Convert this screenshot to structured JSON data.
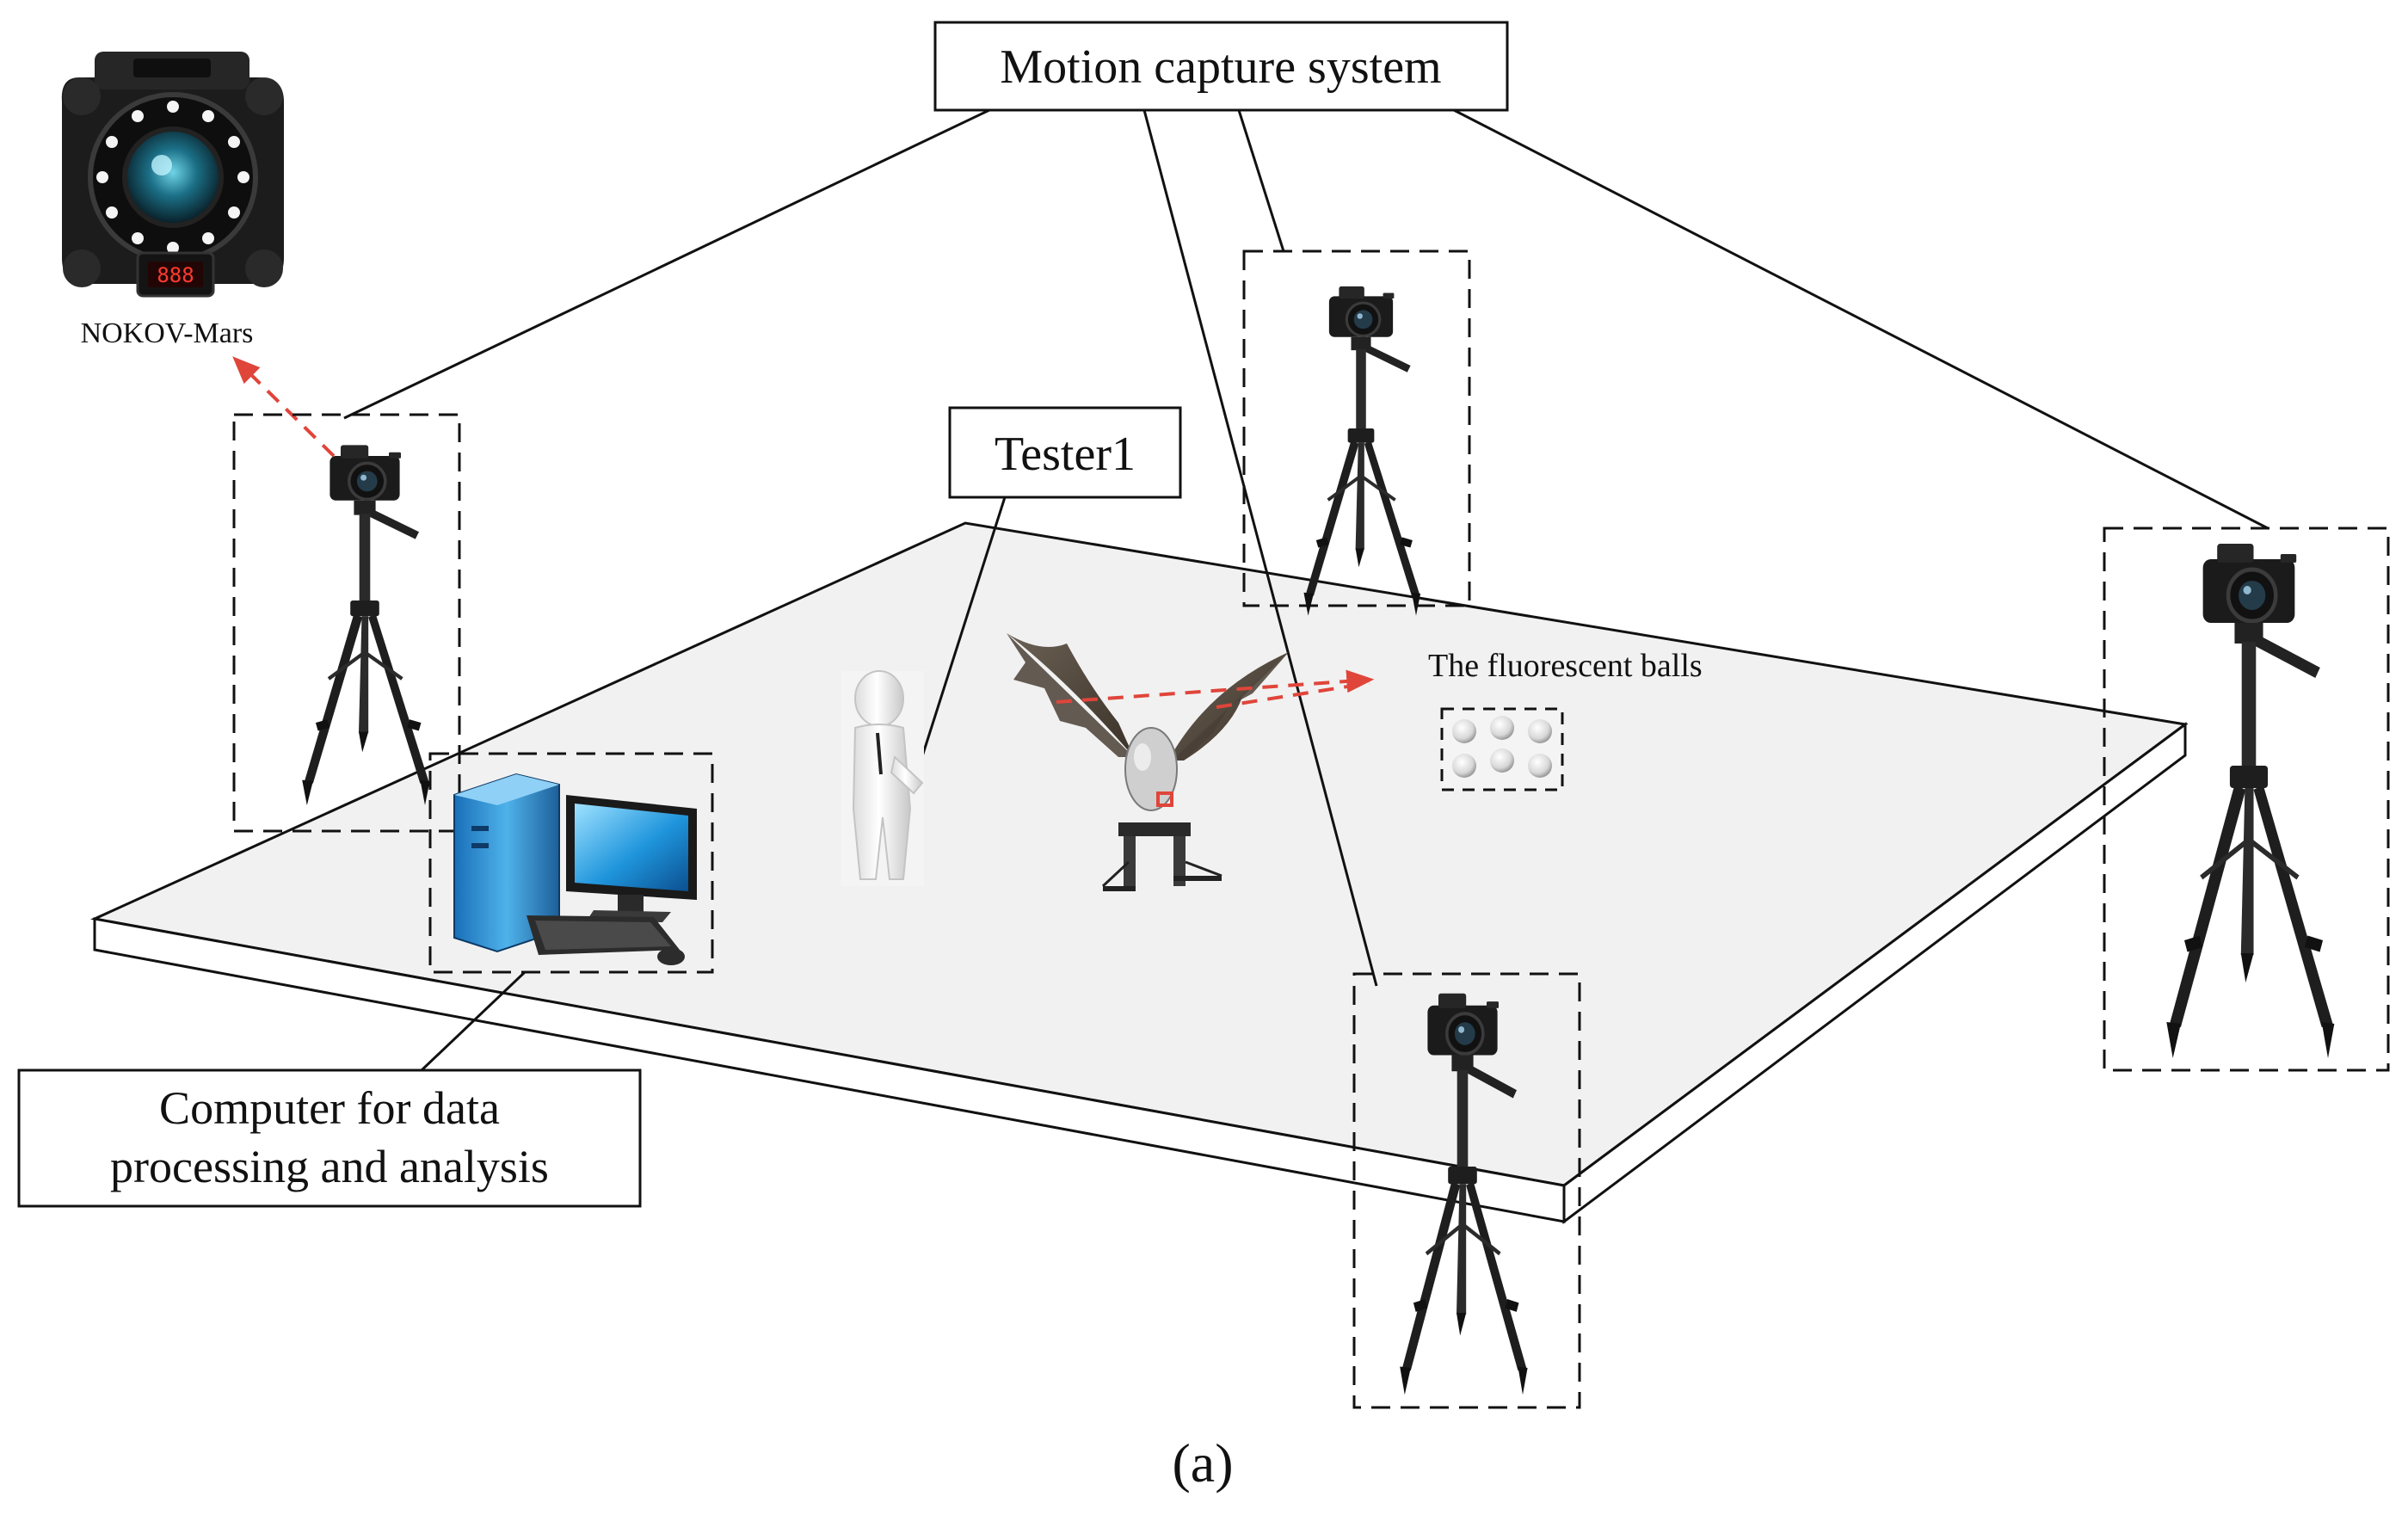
{
  "labels": {
    "motion_capture": "Motion capture system",
    "tester": "Tester1",
    "computer_line1": "Computer for data",
    "computer_line2": "processing and analysis",
    "fluorescent": "The fluorescent balls",
    "camera_model": "NOKOV-Mars",
    "subfigure": "(a)"
  },
  "camera_display": "888",
  "colors": {
    "arrow": "#e0453a",
    "platform_top": "#f1f1f1",
    "platform_edge": "#ffffff",
    "tripod": "#1e1e1e",
    "monitor": "#1e8fd6"
  }
}
